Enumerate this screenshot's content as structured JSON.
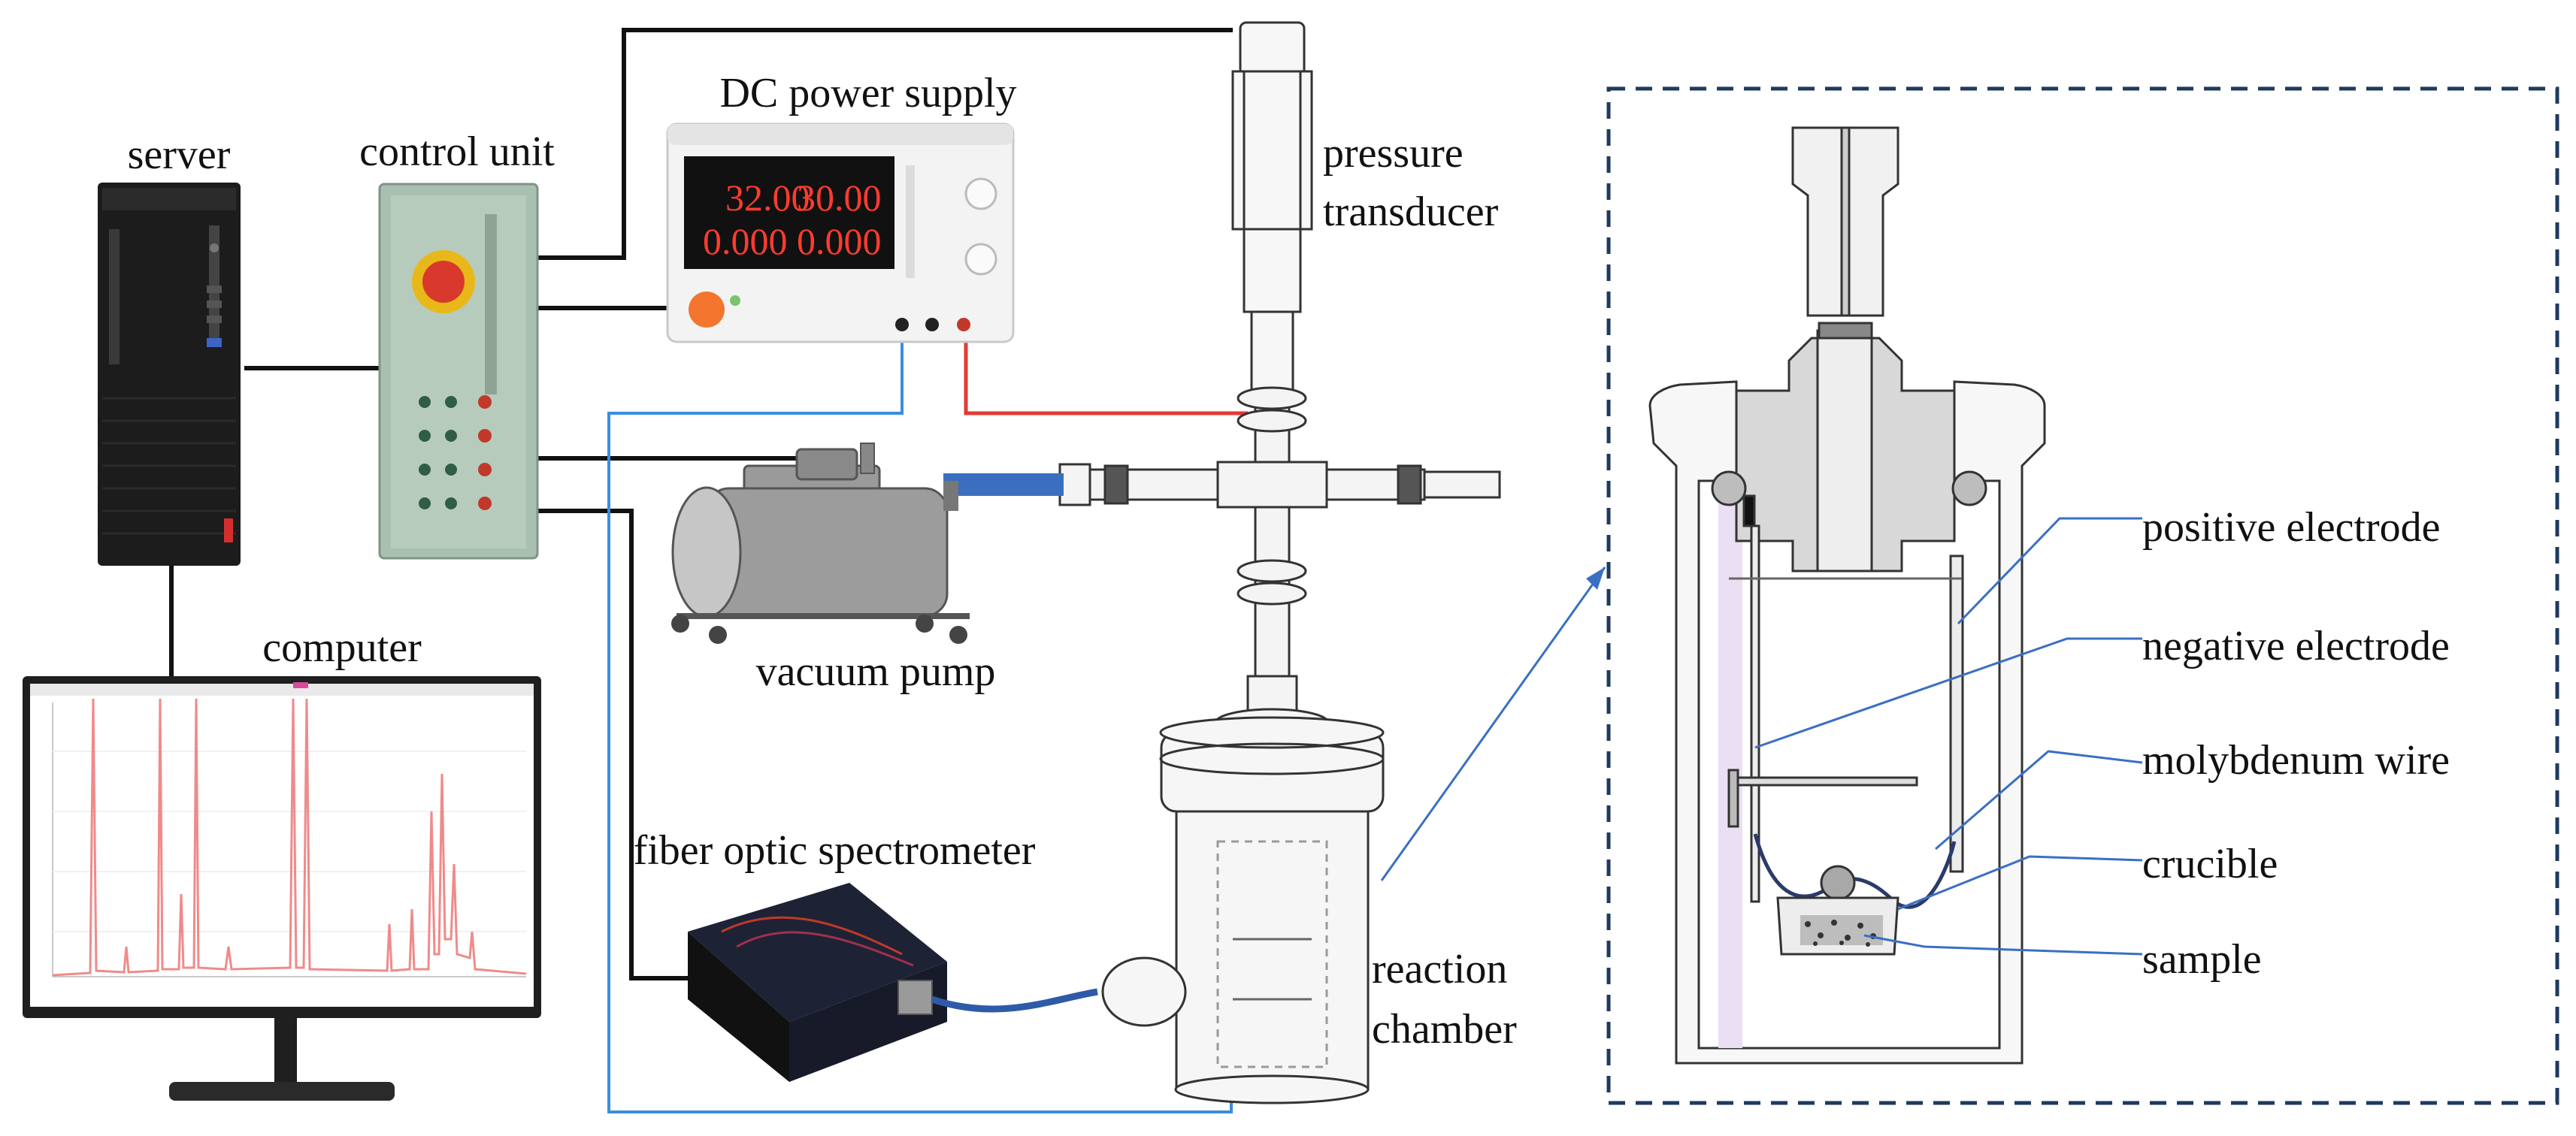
{
  "labels": {
    "server": "server",
    "control_unit": "control unit",
    "dc_power_supply": "DC power supply",
    "pressure_transducer_line1": "pressure",
    "pressure_transducer_line2": "transducer",
    "computer": "computer",
    "vacuum_pump": "vacuum pump",
    "fiber_optic_spectrometer": "fiber optic spectrometer",
    "reaction_chamber_line1": "reaction",
    "reaction_chamber_line2": "chamber",
    "positive_electrode": "positive electrode",
    "negative_electrode": "negative electrode",
    "molybdenum_wire": "molybdenum wire",
    "crucible": "crucible",
    "sample": "sample"
  },
  "power_supply_display": {
    "voltage_set": "32.00",
    "current_set": "30.00",
    "voltage_out": "0.000",
    "current_out": "0.000"
  },
  "colors": {
    "signal_wire": "#111111",
    "power_wire_red": "#e53935",
    "fiber_blue": "#3a8dde",
    "leader_blue": "#3a6fc4",
    "display_red": "#ff3b2f",
    "dashed_frame": "#1f3a5f"
  },
  "icons": {
    "server": "tower-pc-icon",
    "control_unit": "control-panel-icon",
    "power_supply": "dc-power-supply-icon",
    "monitor": "monitor-icon",
    "vacuum_pump": "vacuum-pump-icon",
    "spectrometer": "spectrometer-icon"
  }
}
